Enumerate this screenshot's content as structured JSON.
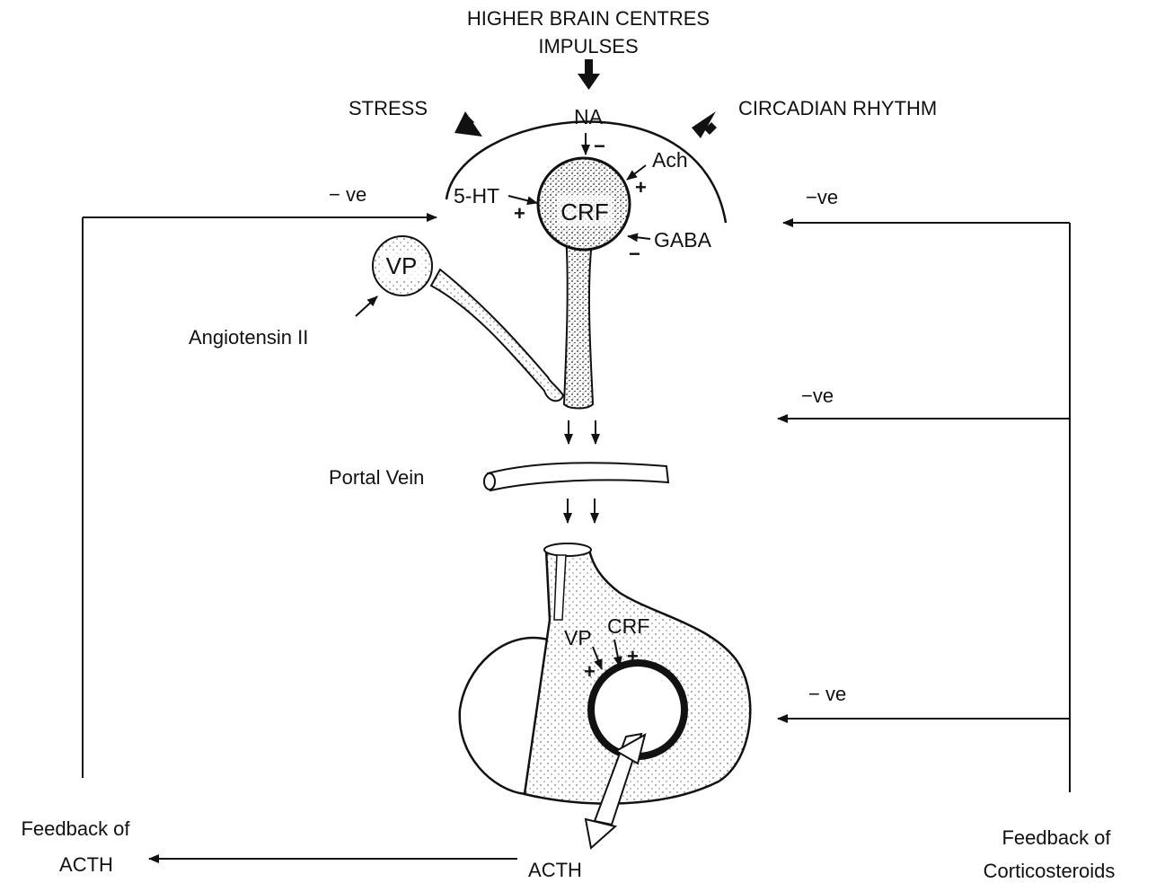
{
  "title_top": {
    "line1": "HIGHER BRAIN CENTRES",
    "line2": "IMPULSES"
  },
  "inputs": {
    "stress": "STRESS",
    "circadian": "CIRCADIAN RHYTHM"
  },
  "neurotransmitters": {
    "na": "NA",
    "na_sign": "−",
    "ach": "Ach",
    "ach_sign": "+",
    "serotonin": "5-HT",
    "serotonin_sign": "+",
    "gaba": "GABA",
    "gaba_sign": "−"
  },
  "neurons": {
    "crf": "CRF",
    "vp": "VP",
    "angiotensin": "Angiotensin II"
  },
  "portal_vein": "Portal Vein",
  "pituitary": {
    "vp": "VP",
    "crf": "CRF",
    "vp_sign": "+",
    "crf_sign": "+"
  },
  "output": {
    "acth": "ACTH"
  },
  "feedback": {
    "left_negative": "− ve",
    "right_negative_top": "−ve",
    "right_negative_mid": "−ve",
    "right_negative_bottom": "− ve",
    "acth_line1": "Feedback of",
    "acth_line2": "ACTH",
    "cort_line1": "Feedback of",
    "cort_line2": "Corticosteroids"
  }
}
